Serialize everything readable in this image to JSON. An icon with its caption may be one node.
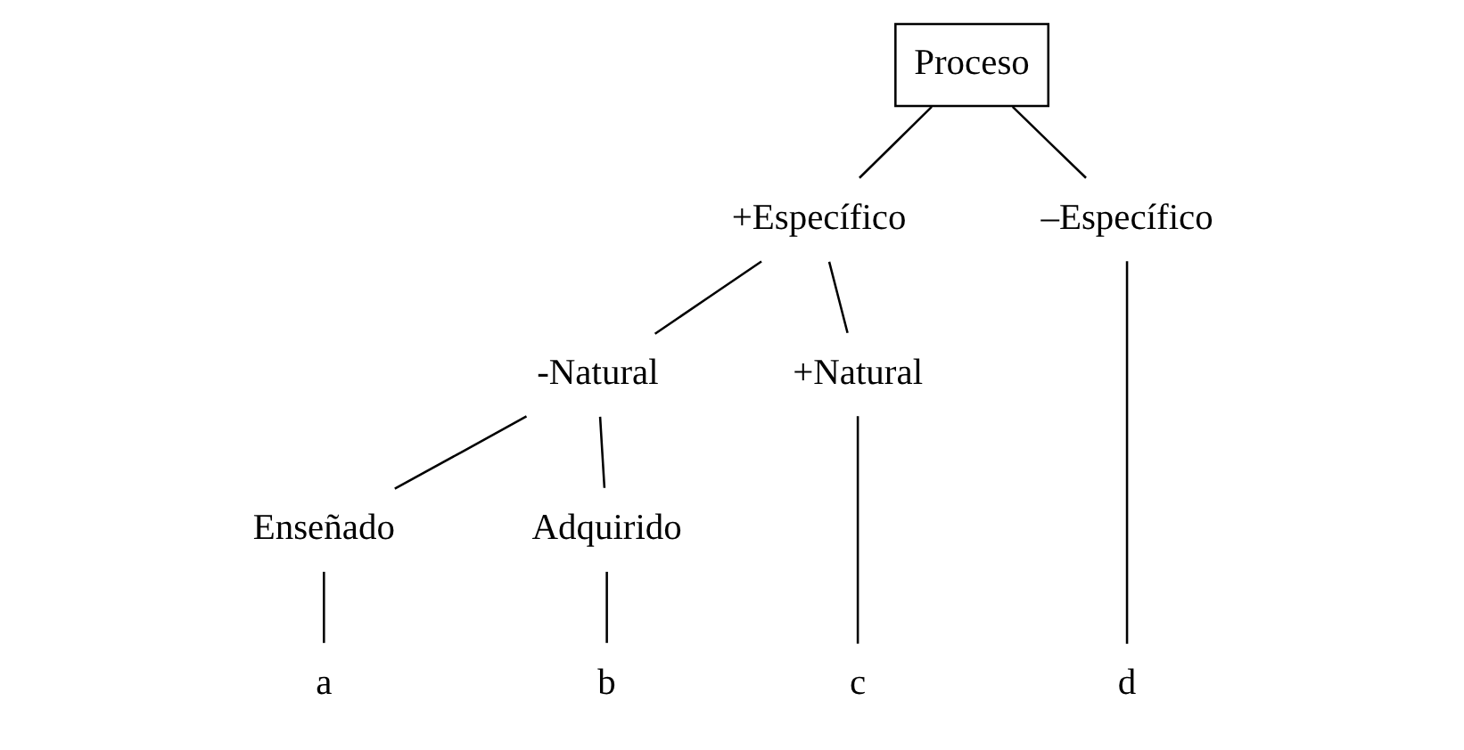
{
  "diagram": {
    "nodes": [
      {
        "text": [
          "Proceso"
        ]
      },
      {
        "text": [
          "+Específico"
        ]
      },
      {
        "text": [
          "–Específico"
        ]
      },
      {
        "text": [
          "-Natural"
        ]
      },
      {
        "text": [
          "+Natural"
        ]
      },
      {
        "text": [
          "Enseñado"
        ]
      },
      {
        "text": [
          "Adquirido"
        ]
      },
      {
        "text": [
          "a"
        ]
      },
      {
        "text": [
          "b"
        ]
      },
      {
        "text": [
          "c"
        ]
      },
      {
        "text": [
          "d"
        ]
      }
    ],
    "edges": [
      {
        "from": 0,
        "to": 1,
        "arrow": "none"
      },
      {
        "from": 0,
        "to": 2,
        "arrow": "none"
      },
      {
        "from": 1,
        "to": 3,
        "arrow": "none"
      },
      {
        "from": 1,
        "to": 4,
        "arrow": "none"
      },
      {
        "from": 3,
        "to": 5,
        "arrow": "none"
      },
      {
        "from": 3,
        "to": 6,
        "arrow": "none"
      },
      {
        "from": 4,
        "to": 9,
        "arrow": "none"
      },
      {
        "from": 2,
        "to": 10,
        "arrow": "none"
      },
      {
        "from": 5,
        "to": 7,
        "arrow": "none"
      },
      {
        "from": 6,
        "to": 8,
        "arrow": "none"
      }
    ]
  }
}
